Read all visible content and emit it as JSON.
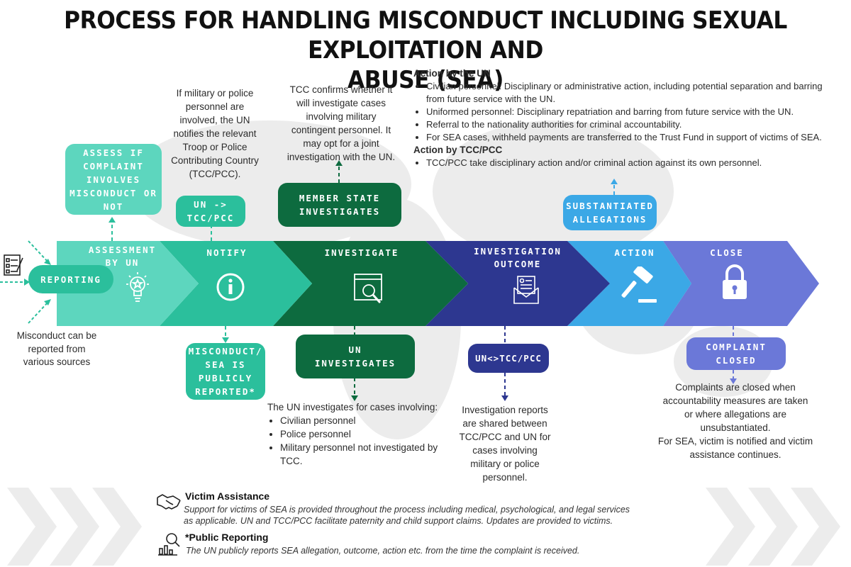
{
  "title": {
    "line1": "PROCESS FOR HANDLING MISCONDUCT INCLUDING SEXUAL EXPLOITATION AND",
    "line2": "ABUSE (SEA)"
  },
  "colors": {
    "assessment": "#5dd6be",
    "notify": "#2bbf9c",
    "investigate": "#0d6b3f",
    "outcome": "#2d3790",
    "action": "#3ba8e6",
    "close": "#6b78d8"
  },
  "stages": [
    {
      "label": "ASSESSMENT",
      "label2": "BY UN",
      "icon": "lightbulb-icon"
    },
    {
      "label": "NOTIFY",
      "icon": "info-icon"
    },
    {
      "label": "INVESTIGATE",
      "icon": "browser-search-icon"
    },
    {
      "label": "INVESTIGATION",
      "label2": "OUTCOME",
      "icon": "envelope-letter-icon"
    },
    {
      "label": "ACTION",
      "icon": "gavel-icon"
    },
    {
      "label": "CLOSE",
      "icon": "padlock-icon"
    }
  ],
  "reporting": {
    "label": "REPORTING",
    "note": [
      "Misconduct can be",
      "reported from",
      "various sources"
    ]
  },
  "boxes": {
    "assess": [
      "ASSESS IF",
      "COMPLAINT",
      "INVOLVES",
      "MISCONDUCT OR",
      "NOT"
    ],
    "un_tcc": [
      "UN ->",
      "TCC/PCC"
    ],
    "member_state": [
      "MEMBER STATE",
      "INVESTIGATES"
    ],
    "substantiated": [
      "SUBSTANTIATED",
      "ALLEGATIONS"
    ],
    "publicly": [
      "MISCONDUCT/",
      "SEA IS",
      "PUBLICLY",
      "REPORTED*"
    ],
    "un_investigates": [
      "UN",
      "INVESTIGATES"
    ],
    "un_tcc2": "UN<>TCC/PCC",
    "complaint_closed": [
      "COMPLAINT",
      "CLOSED"
    ]
  },
  "notes": {
    "notify": [
      "If military or police",
      "personnel are",
      "involved, the UN",
      "notifies the relevant",
      "Troop or Police",
      "Contributing Country",
      "(TCC/PCC)."
    ],
    "tcc_confirms": [
      "TCC confirms whether it",
      "will investigate cases",
      "involving military",
      "contingent personnel. It",
      "may opt for a joint",
      "investigation with the UN."
    ],
    "un_investigates_intro": "The UN investigates for cases involving:",
    "un_investigates_items": [
      "Civilian personnel",
      "Police personnel",
      "Military personnel not investigated by TCC."
    ],
    "reports_shared": [
      "Investigation reports",
      "are shared between",
      "TCC/PCC and UN for",
      "cases involving",
      "military or police",
      "personnel."
    ],
    "closed": [
      "Complaints are closed when",
      "accountability measures are taken",
      "or where allegations are",
      "unsubstantiated.",
      "For SEA, victim is notified and victim",
      "assistance continues."
    ]
  },
  "action_un": {
    "heading": "Action by the UN",
    "items": [
      "Civilian personnel: Disciplinary or administrative action, including potential separation and barring from future service with the UN.",
      "Uniformed personnel: Disciplinary repatriation and barring from future service with the UN.",
      "Referral to the nationality authorities for criminal accountability.",
      "For SEA cases, withheld payments are transferred to the Trust Fund in support of victims of SEA."
    ]
  },
  "action_tcc": {
    "heading": "Action by TCC/PCC",
    "items": [
      "TCC/PCC take disciplinary action and/or criminal action against its own personnel."
    ]
  },
  "footer": {
    "victim_title": "Victim Assistance",
    "victim_text1": "Support for victims of SEA is provided throughout the process including medical, psychological, and legal services",
    "victim_text2": "as applicable. UN and TCC/PCC facilitate paternity and child support claims. Updates are provided to victims.",
    "public_title": "*Public Reporting",
    "public_text": "The UN publicly reports SEA allegation, outcome, action etc. from the time the complaint is received."
  }
}
